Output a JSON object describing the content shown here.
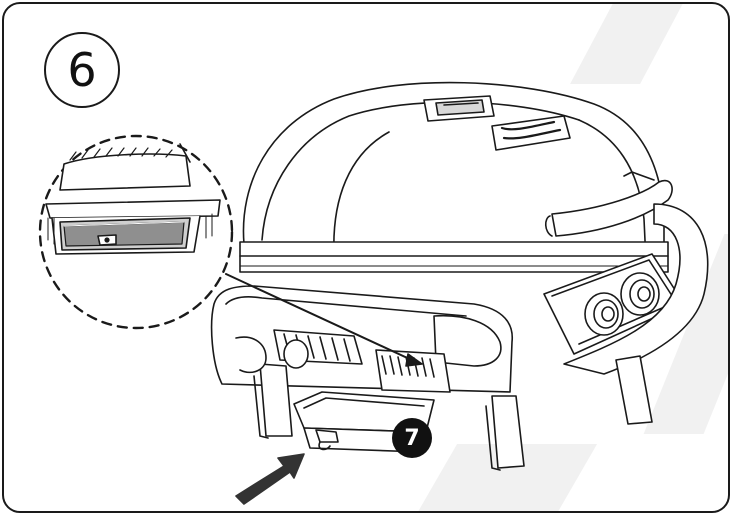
{
  "step": {
    "number": "6"
  },
  "part": {
    "number": "7"
  },
  "colors": {
    "stroke": "#1a1a1a",
    "background_slash": "#f1f1f1",
    "badge": "#111111"
  },
  "icons": [
    "dashed-zoom-circle-icon",
    "insert-arrow-icon",
    "grill-illustration",
    "grease-tray-illustration"
  ]
}
